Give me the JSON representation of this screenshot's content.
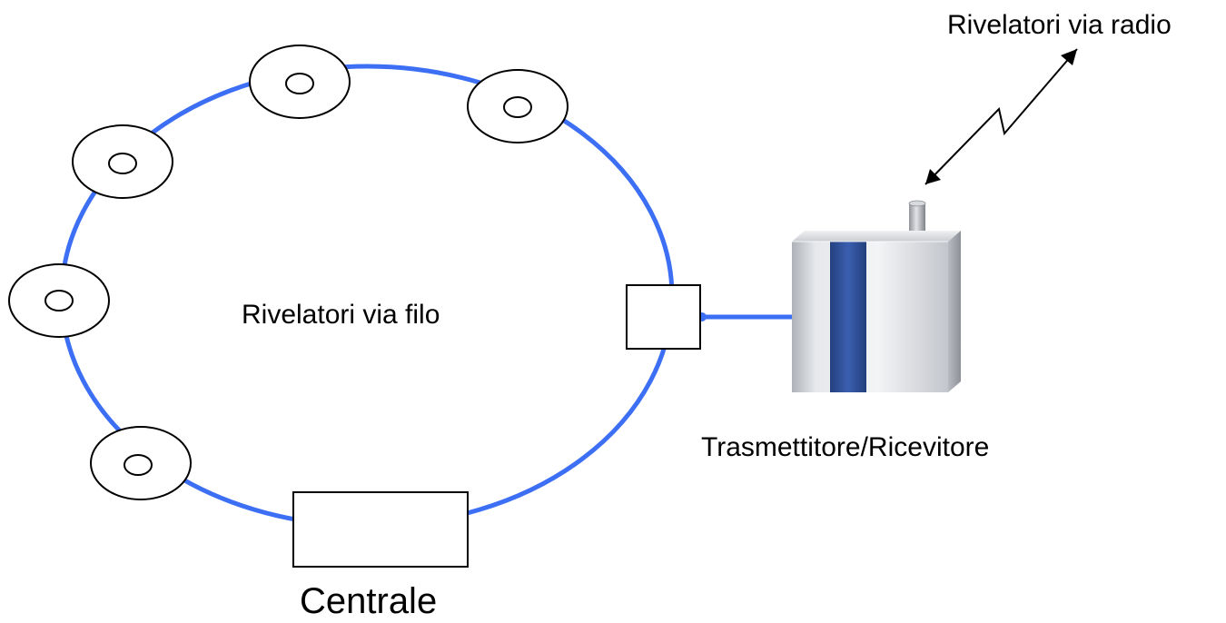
{
  "labels": {
    "radio_detectors": "Rivelatori via radio",
    "wired_detectors": "Rivelatori via filo",
    "transceiver": "Trasmettitore/Ricevitore",
    "central_unit": "Centrale"
  },
  "colors": {
    "wire_loop": "#3d6ff5",
    "outline": "#000000",
    "background": "#ffffff",
    "device_stripe": "#2f4f9e",
    "device_body": "#d9dbe0"
  },
  "icons": {
    "detector": "smoke-detector-icon",
    "transceiver_device": "radio-transceiver-device",
    "radio_link": "radio-link-lightning-arrow"
  },
  "wired_detector_count": 5
}
